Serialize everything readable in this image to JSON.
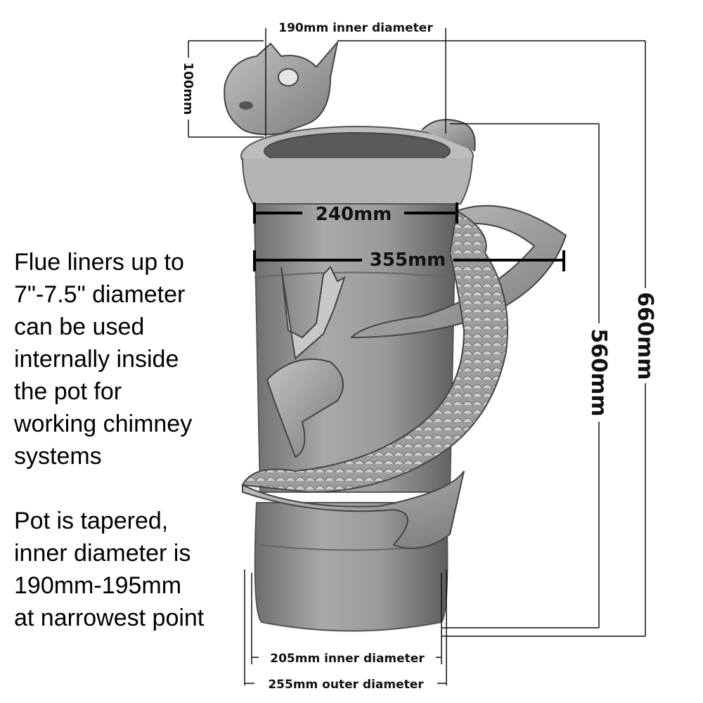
{
  "dimensions": {
    "top_inner_diameter": "190mm inner diameter",
    "head_height": "100mm",
    "inner_width": "240mm",
    "outer_width": "355mm",
    "body_height": "560mm",
    "total_height": "660mm",
    "base_inner_diameter": "205mm inner diameter",
    "base_outer_diameter": "255mm outer diameter"
  },
  "notes": {
    "flue_lines": [
      "Flue liners up to",
      "7\"-7.5\" diameter",
      "can be used",
      "internally inside",
      "the pot for",
      "working chimney",
      "systems"
    ],
    "taper_lines": [
      "Pot is tapered,",
      "inner diameter is",
      "190mm-195mm",
      "at narrowest point"
    ]
  }
}
